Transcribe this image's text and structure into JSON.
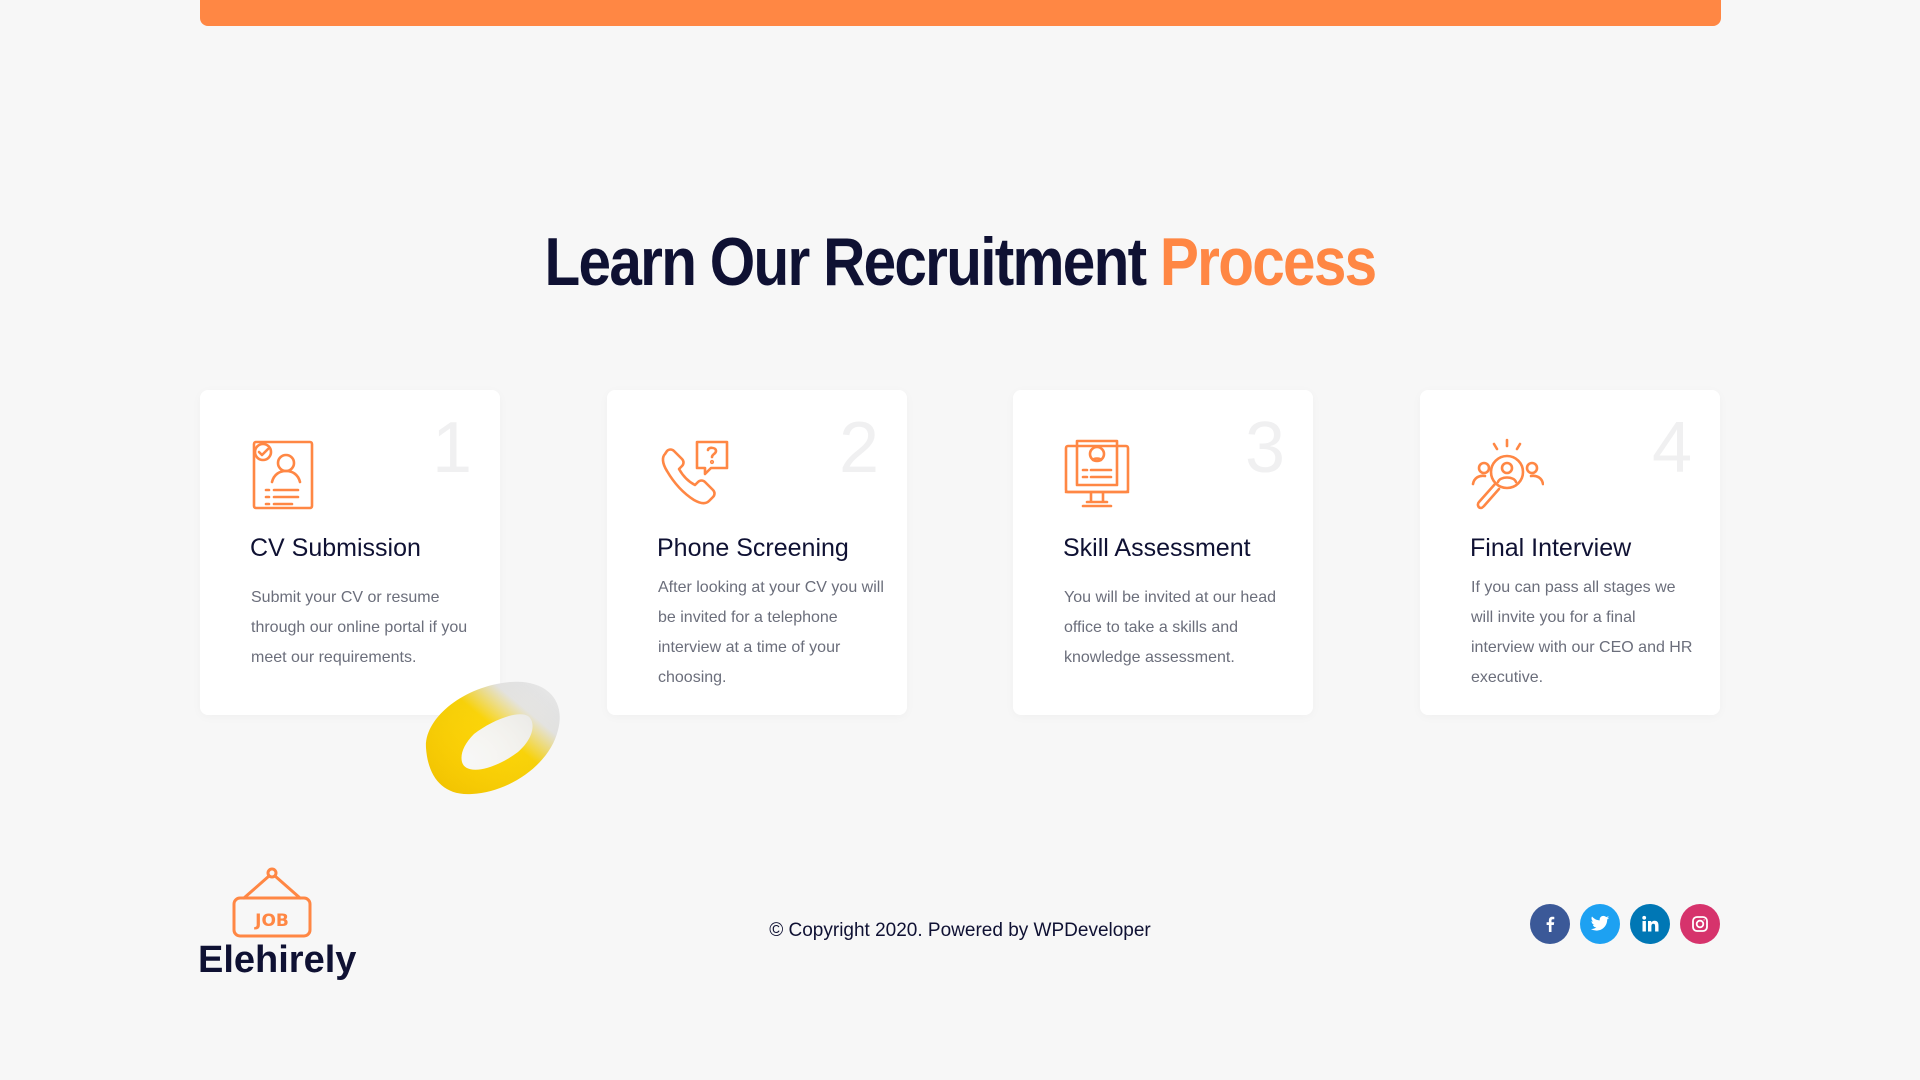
{
  "heading": {
    "main": "Learn Our Recruitment",
    "accent": "Process"
  },
  "colors": {
    "accent": "#ff8744",
    "dark": "#0f1133",
    "muted": "#6b6e7b",
    "facebook": "#3b5998",
    "twitter": "#1da1f2",
    "linkedin": "#0077b5",
    "instagram": "#d6336c"
  },
  "steps": [
    {
      "number": "1",
      "icon": "cv-document-icon",
      "title": "CV Submission",
      "text": "Submit your CV or resume through our online portal if you meet our requirements."
    },
    {
      "number": "2",
      "icon": "phone-question-icon",
      "title": "Phone Screening",
      "text": "After looking at your CV you will be invited for a telephone interview at a time of your choosing."
    },
    {
      "number": "3",
      "icon": "monitor-profile-icon",
      "title": "Skill Assessment",
      "text": "You will be invited at our head office to take a skills and knowledge assessment."
    },
    {
      "number": "4",
      "icon": "search-people-icon",
      "title": "Final Interview",
      "text": "If you can pass all stages we will invite you for a final interview with our CEO and HR executive."
    }
  ],
  "footer": {
    "logo_badge": "JOB",
    "logo_text": "Elehirely",
    "copyright": "© Copyright 2020. Powered by WPDeveloper",
    "social": [
      "facebook-icon",
      "twitter-icon",
      "linkedin-icon",
      "instagram-icon"
    ]
  }
}
